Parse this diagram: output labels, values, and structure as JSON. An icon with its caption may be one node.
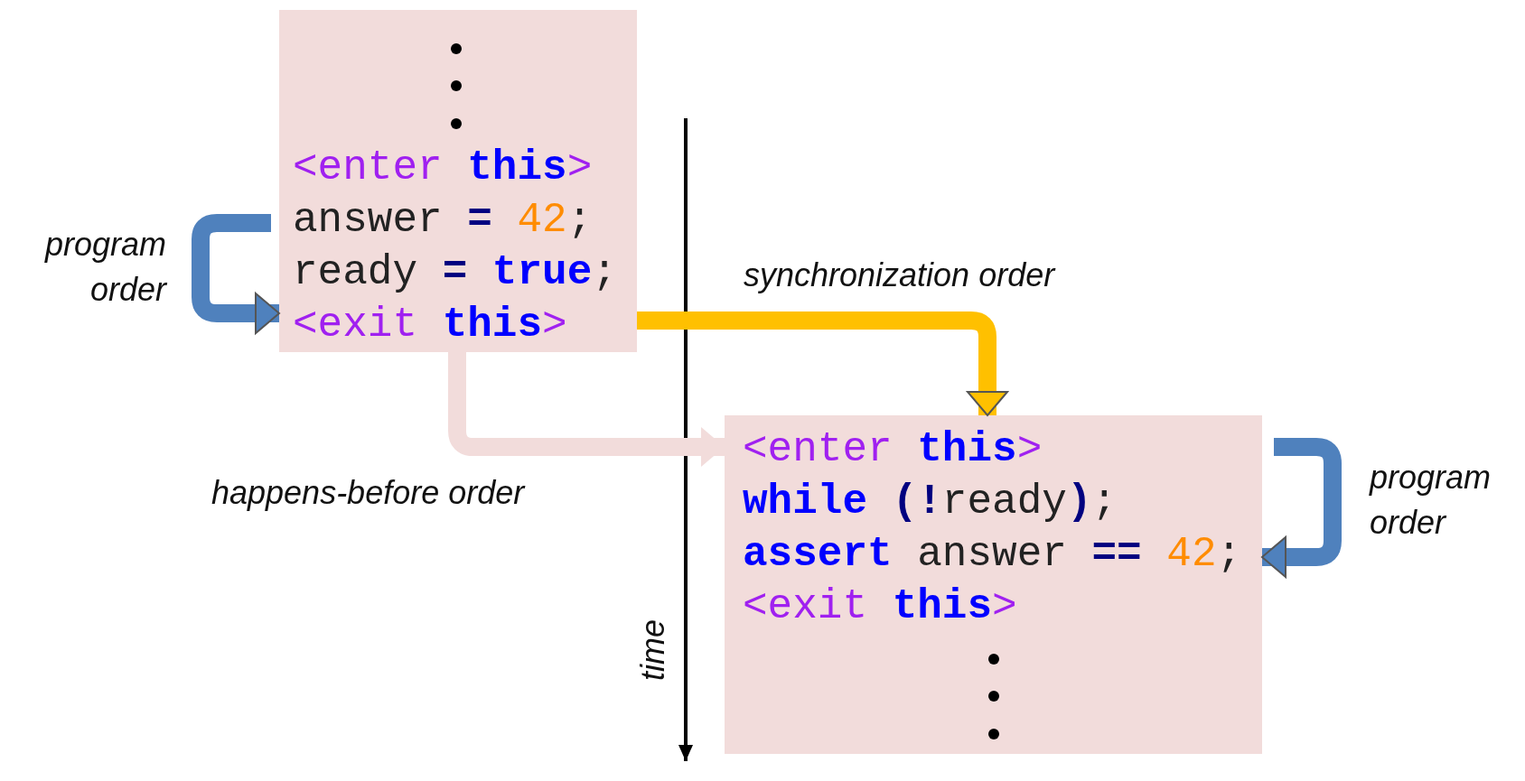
{
  "diagram": {
    "nodes": [
      {
        "text": [
          "<enter **this**>",
          "answer **=** 42;",
          "ready **=** **true**;",
          "<exit **this**>"
        ]
      },
      {
        "text": [
          "<enter **this**>",
          "**while** **(!**ready**)**;",
          "**assert** answer **==** 42;",
          "<exit **this**>"
        ]
      }
    ],
    "edges": [
      {
        "from": null,
        "to": 0,
        "arrow": "to",
        "label": "program order",
        "color": "#4f81bd"
      },
      {
        "from": 0,
        "to": 1,
        "arrow": "to",
        "label": "synchronization order",
        "color": "#ffc000"
      },
      {
        "from": 0,
        "to": 1,
        "arrow": "to",
        "label": "happens-before order",
        "color": "#f2dcdb"
      },
      {
        "from": null,
        "to": 1,
        "arrow": "to",
        "label": "program order",
        "color": "#4f81bd"
      }
    ],
    "labels": [
      "time"
    ]
  }
}
